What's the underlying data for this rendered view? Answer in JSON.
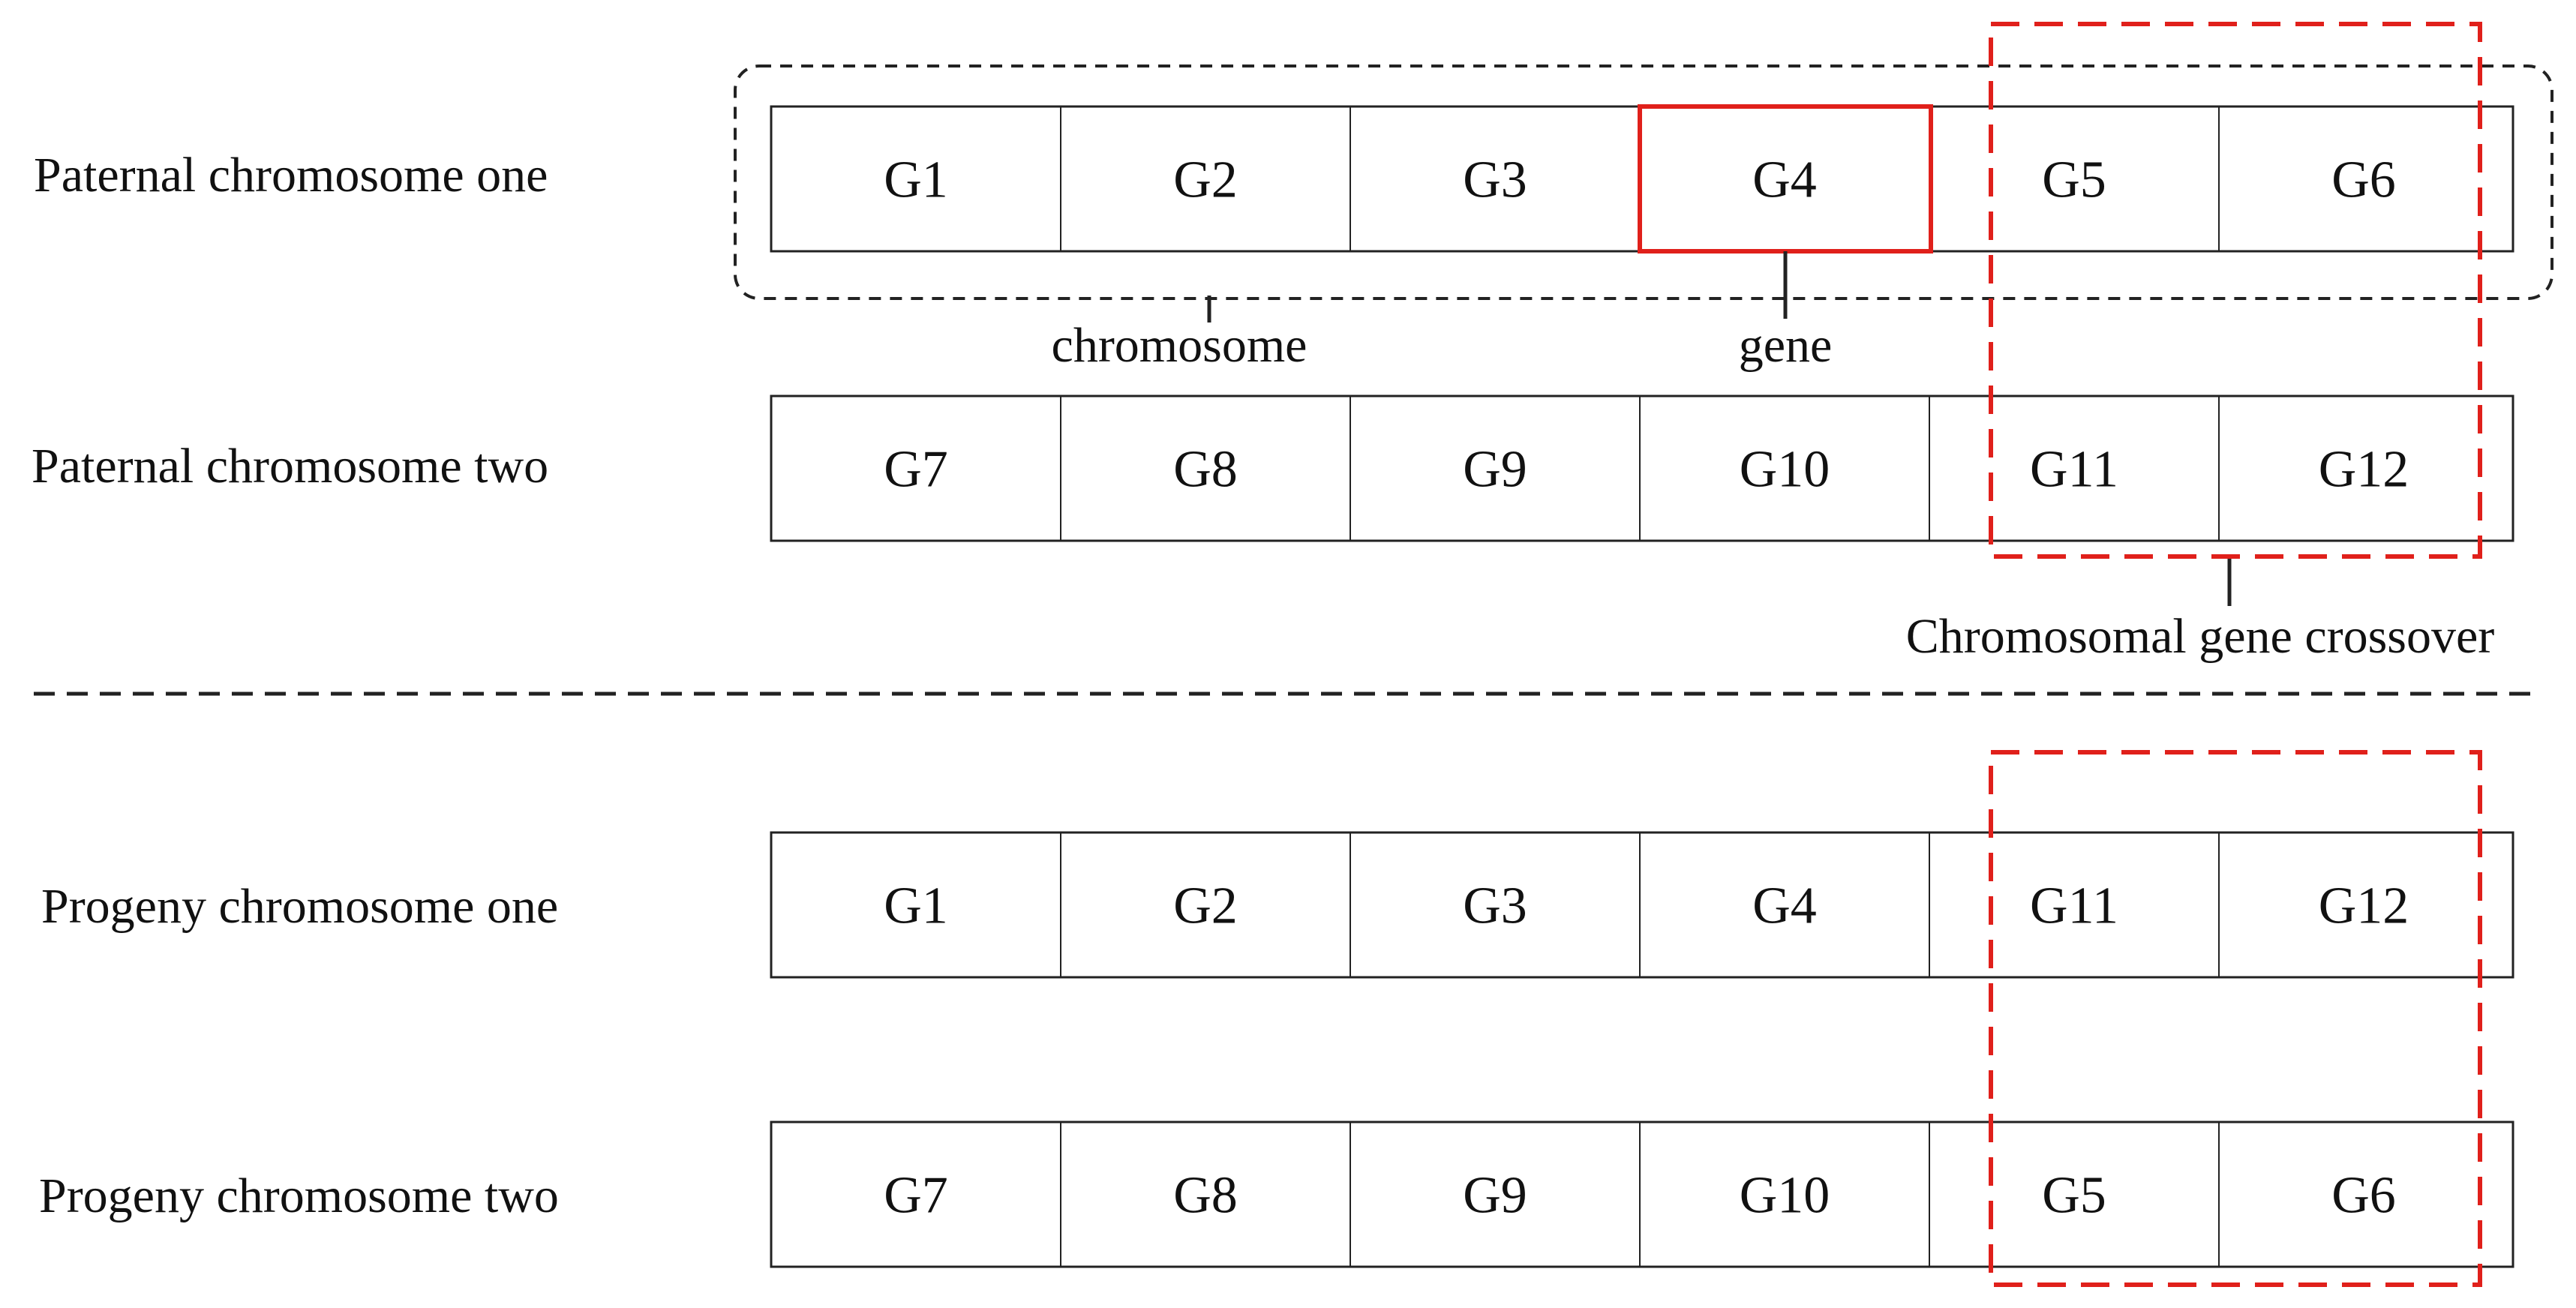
{
  "diagram": {
    "rows": [
      {
        "id": "paternal-one",
        "label": "Paternal chromosome one",
        "genes": [
          "G1",
          "G2",
          "G3",
          "G4",
          "G5",
          "G6"
        ]
      },
      {
        "id": "paternal-two",
        "label": "Paternal chromosome two",
        "genes": [
          "G7",
          "G8",
          "G9",
          "G10",
          "G11",
          "G12"
        ]
      },
      {
        "id": "progeny-one",
        "label": "Progeny chromosome one",
        "genes": [
          "G1",
          "G2",
          "G3",
          "G4",
          "G11",
          "G12"
        ]
      },
      {
        "id": "progeny-two",
        "label": "Progeny chromosome two",
        "genes": [
          "G7",
          "G8",
          "G9",
          "G10",
          "G5",
          "G6"
        ]
      }
    ],
    "callouts": {
      "chromosome": "chromosome",
      "gene": "gene",
      "crossover": "Chromosomal gene crossover"
    },
    "colors": {
      "line": "#222222",
      "highlight": "#e0201b",
      "group_outline": "#222222"
    }
  }
}
